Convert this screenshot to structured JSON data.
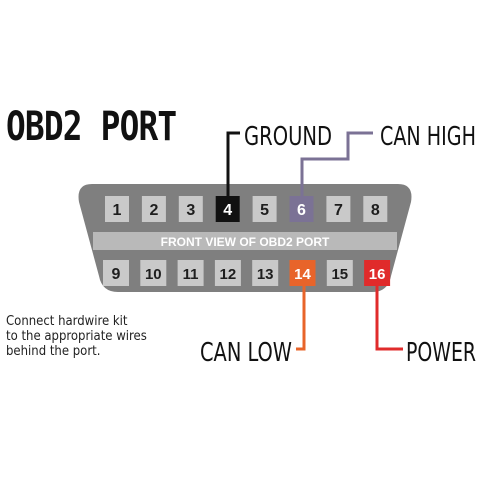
{
  "title": "OBD2 PORT",
  "connector_caption": "FRONT VIEW OF OBD2 PORT",
  "pins_top": [
    "1",
    "2",
    "3",
    "4",
    "5",
    "6",
    "7",
    "8"
  ],
  "pins_bottom": [
    "9",
    "10",
    "11",
    "12",
    "13",
    "14",
    "15",
    "16"
  ],
  "callouts": {
    "ground": {
      "label": "GROUND",
      "pin": "4",
      "color": "#111111"
    },
    "can_high": {
      "label": "CAN HIGH",
      "pin": "6",
      "color": "#7b7295"
    },
    "can_low": {
      "label": "CAN LOW",
      "pin": "14",
      "color": "#e8642a"
    },
    "power": {
      "label": "POWER",
      "pin": "16",
      "color": "#e02b2b"
    }
  },
  "note_lines": [
    "Connect hardwire kit",
    "to the appropriate wires",
    "behind the port."
  ],
  "colors": {
    "connector_body": "#7f7f7f",
    "connector_band": "#b9b9b9",
    "pin_box": "#c9c9c9",
    "pin_text": "#1e1e1e"
  }
}
